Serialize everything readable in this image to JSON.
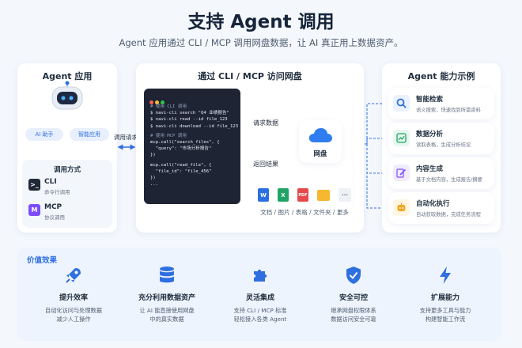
{
  "header": {
    "title": "支持 Agent 调用",
    "subtitle": "Agent 应用通过 CLI / MCP 调用网盘数据，让 AI 真正用上数据资产。"
  },
  "left": {
    "title": "Agent 应用",
    "chips": [
      "AI 助手",
      "智能应用"
    ],
    "call_label": "调用请求",
    "mode_title": "调用方式",
    "modes": [
      {
        "icon": "terminal-icon",
        "name": "CLI",
        "desc": "命令行调用",
        "color": "#1f2937"
      },
      {
        "icon": "mcp-icon",
        "name": "MCP",
        "desc": "协议调用",
        "color": "#7c4dff"
      }
    ]
  },
  "center": {
    "title": "通过 CLI / MCP 访问网盘",
    "code_lines": [
      "# 使用 CLI 调用",
      "$ navi-cli search \"Q4 业绩报告\"",
      "$ navi-cli read --id file_123",
      "$ navi-cli download --id file_123",
      "",
      "# 使用 MCP 调用",
      "mcp.call(\"search_files\", {",
      "  \"query\": \"市场分析报告\"",
      "})",
      "",
      "mcp.call(\"read_file\", {",
      "  \"file_id\": \"file_456\"",
      "})",
      "..."
    ],
    "request_label": "请求数据",
    "return_label": "返回结果",
    "cloud_label": "网盘",
    "file_types": [
      {
        "icon": "word-icon",
        "glyph": "W",
        "color": "#2b6fe0"
      },
      {
        "icon": "excel-icon",
        "glyph": "X",
        "color": "#21a366"
      },
      {
        "icon": "pdf-icon",
        "glyph": "PDF",
        "color": "#e5484d"
      },
      {
        "icon": "folder-icon",
        "glyph": "",
        "color": "#f5b82e"
      },
      {
        "icon": "more-icon",
        "glyph": "···",
        "color": "#eef1f6"
      }
    ],
    "file_types_label": "文档 / 图片 / 表格 / 文件夹 / 更多"
  },
  "right": {
    "title": "Agent 能力示例",
    "capabilities": [
      {
        "icon": "search-icon",
        "title": "智能检索",
        "desc": "语义搜索，快速找到所需资料"
      },
      {
        "icon": "chart-icon",
        "title": "数据分析",
        "desc": "读取表格，生成分析结论"
      },
      {
        "icon": "edit-icon",
        "title": "内容生成",
        "desc": "基于文档内容，生成报告/摘要"
      },
      {
        "icon": "bot-icon",
        "title": "自动化执行",
        "desc": "自动获取数据，完成任务流程"
      }
    ]
  },
  "values": {
    "title": "价值效果",
    "items": [
      {
        "icon": "rocket-icon",
        "title": "提升效率",
        "line1": "自动化访问与处理数据",
        "line2": "减少人工操作"
      },
      {
        "icon": "database-icon",
        "title": "充分利用数据资产",
        "line1": "让 AI 能直接使用网盘",
        "line2": "中的真实数据"
      },
      {
        "icon": "puzzle-icon",
        "title": "灵活集成",
        "line1": "支持 CLI / MCP 标准",
        "line2": "轻松接入各类 Agent"
      },
      {
        "icon": "shield-icon",
        "title": "安全可控",
        "line1": "继承网盘权限体系",
        "line2": "数据访问安全可靠"
      },
      {
        "icon": "lightning-icon",
        "title": "扩展能力",
        "line1": "支持更多工具与能力",
        "line2": "构建智能工作流"
      }
    ]
  },
  "colors": {
    "accent": "#2f6fe0",
    "dark": "#16243a"
  }
}
